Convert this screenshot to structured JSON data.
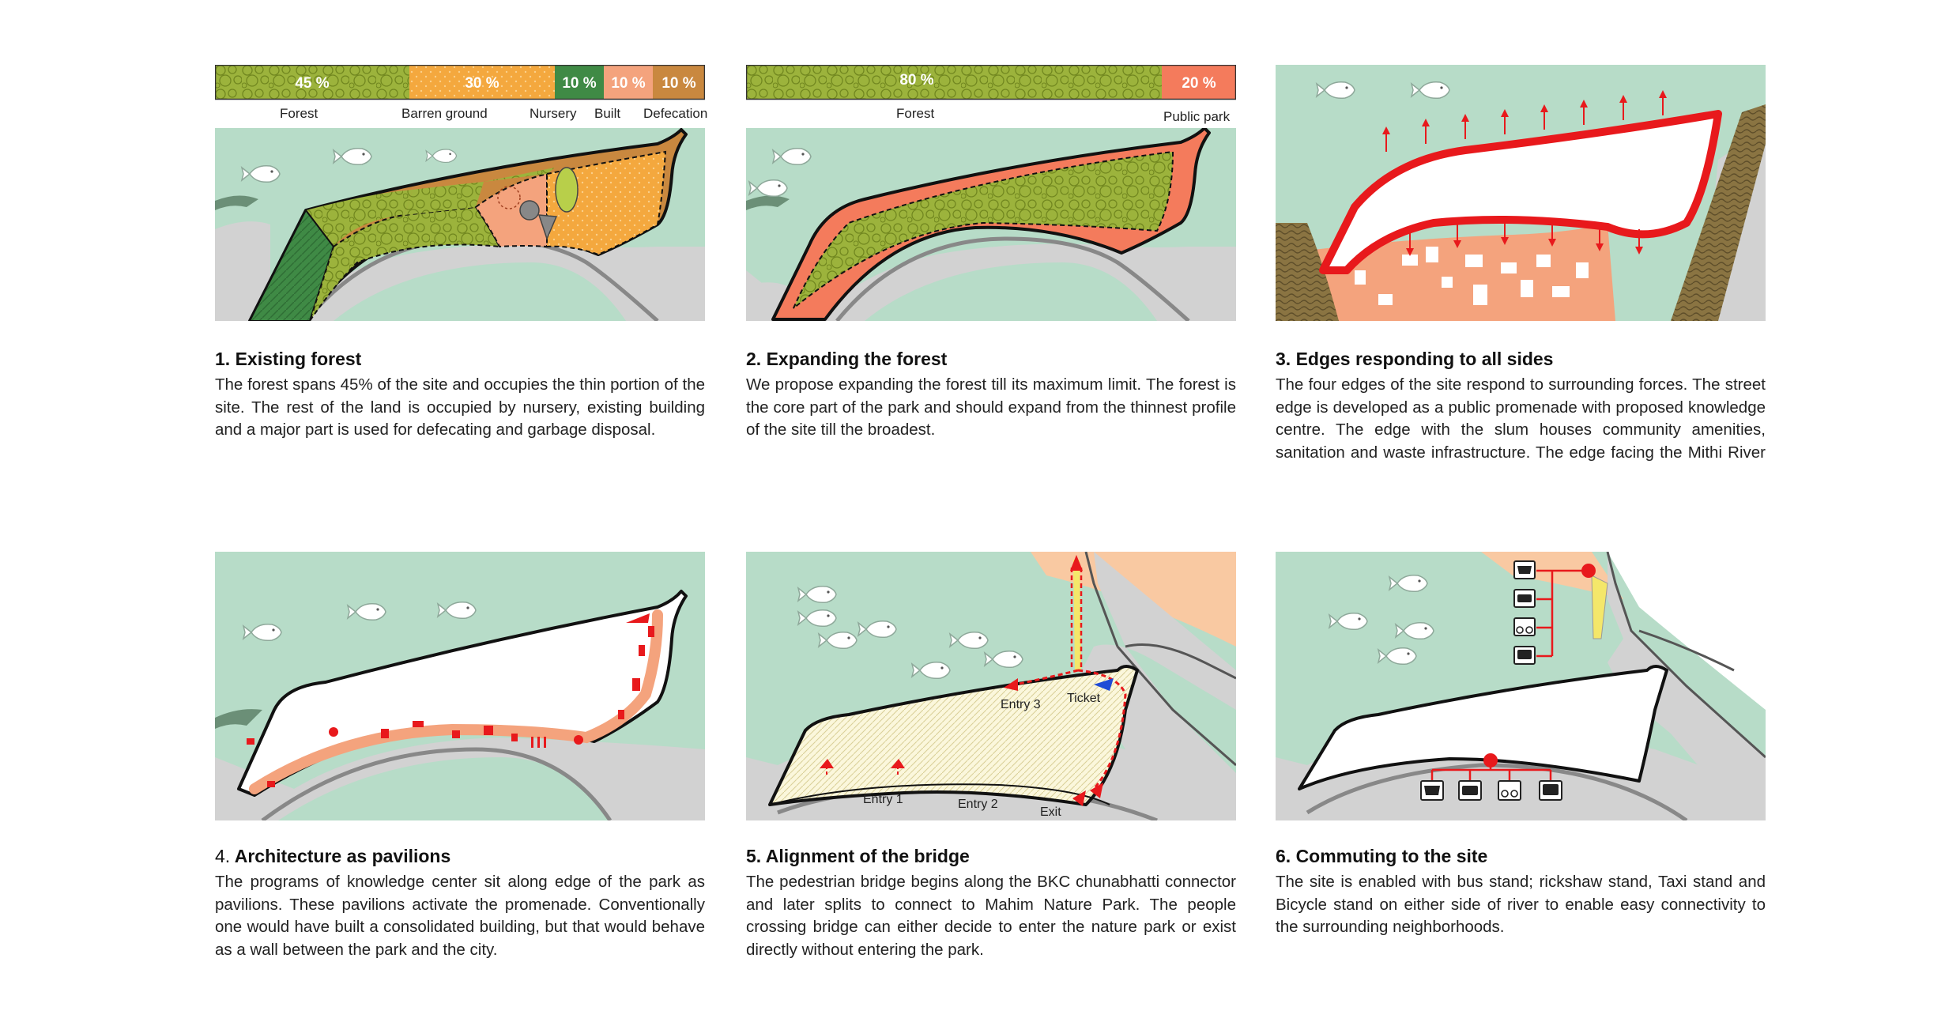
{
  "panels": [
    {
      "heading": "1. Existing forest",
      "body": "The forest spans 45% of the site and occupies the thin portion of the site. The rest of the land is occupied by nursery, existing building and a major part is used for defecating and garbage disposal.",
      "bar": [
        {
          "percent_label": "45 %",
          "legend": "Forest",
          "share": 45,
          "color": "#9cb33c"
        },
        {
          "percent_label": "30 %",
          "legend": "Barren ground",
          "share": 30,
          "color": "#f4a83e"
        },
        {
          "percent_label": "10 %",
          "legend": "Nursery",
          "share": 10,
          "color": "#3f8a45"
        },
        {
          "percent_label": "10 %",
          "legend": "Built",
          "share": 10,
          "color": "#f4a37d"
        },
        {
          "percent_label": "10 %",
          "legend": "Defecation",
          "share": 10,
          "color": "#c9883f"
        }
      ]
    },
    {
      "heading": "2. Expanding the forest",
      "body": "We propose expanding the forest till its maximum limit. The forest is the core part of the park and should expand from the thinnest profile of the site till the broadest.",
      "bar": [
        {
          "percent_label": "80 %",
          "legend": "Forest",
          "share": 80,
          "color": "#9cb33c"
        },
        {
          "percent_label": "20 %",
          "legend": "Public park",
          "share": 20,
          "color": "#f47b5c"
        }
      ]
    },
    {
      "heading": "3. Edges responding to all sides",
      "body": "The four edges of the site respond to surrounding forces. The street edge is developed as a public promenade with proposed knowledge centre. The edge with the slum houses community amenities, sanitation and waste infrastructure. The edge facing the Mithi River is designed as promenade with soft edge"
    },
    {
      "heading_num": "4.",
      "heading": "Architecture as pavilions",
      "body": "The programs of knowledge center sit along edge of the park as pavilions. These pavilions activate the promenade. Conventionally one would have built a consolidated building, but that would behave as a wall between the park and the city."
    },
    {
      "heading": "5. Alignment of the bridge",
      "body": "The pedestrian bridge begins along the BKC chunabhatti connector and later splits to connect to Mahim Nature Park. The people crossing bridge can either decide to enter the nature park or exist directly without entering the park.",
      "labels": {
        "entry1": "Entry 1",
        "entry2": "Entry 2",
        "entry3": "Entry 3",
        "exit": "Exit",
        "ticket": "Ticket"
      }
    },
    {
      "heading": "6. Commuting to the site",
      "body": "The site is enabled with bus stand; rickshaw stand, Taxi stand and Bicycle stand on either side of river to enable easy connectivity to the surrounding neighborhoods."
    }
  ],
  "colors": {
    "water": "#b7dcc8",
    "road": "#d2d2d2",
    "forest": "#9cb33c",
    "barren": "#f4a83e",
    "nursery": "#3f8a45",
    "built": "#f4a37d",
    "defecation": "#c9883f",
    "park": "#f47b5c",
    "edge": "#e8191c"
  }
}
